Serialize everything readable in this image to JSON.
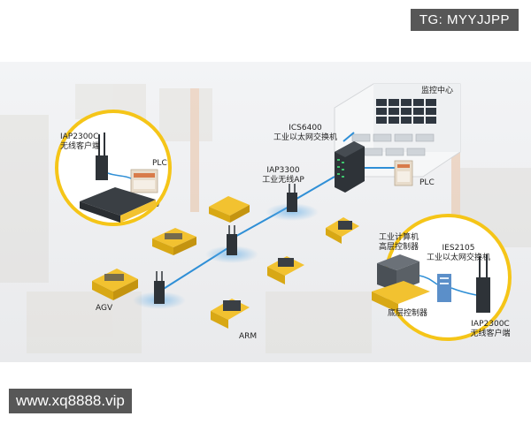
{
  "watermarks": {
    "top": "TG: MYYJJPP",
    "bottom": "www.xq8888.vip"
  },
  "labels": {
    "control_center": "监控中心",
    "ics6400_model": "ICS6400",
    "ics6400_desc": "工业以太网交换机",
    "iap3300_model": "IAP3300",
    "iap3300_desc": "工业无线AP",
    "plc_right": "PLC",
    "plc_left": "PLC",
    "iap2300c_left_model": "IAP2300C",
    "iap2300c_left_desc": "无线客户端",
    "agv": "AGV",
    "arm": "ARM",
    "industrial_pc": "工业计算机",
    "upper_controller": "高层控制器",
    "ies2105_model": "IES2105",
    "ies2105_desc": "工业以太网交换机",
    "lower_controller": "底层控制器",
    "iap2300c_right_model": "IAP2300C",
    "iap2300c_right_desc": "无线客户端"
  },
  "colors": {
    "accent_yellow": "#f5c518",
    "link_blue": "#2f8fd6",
    "device_dark": "#2e3338"
  }
}
